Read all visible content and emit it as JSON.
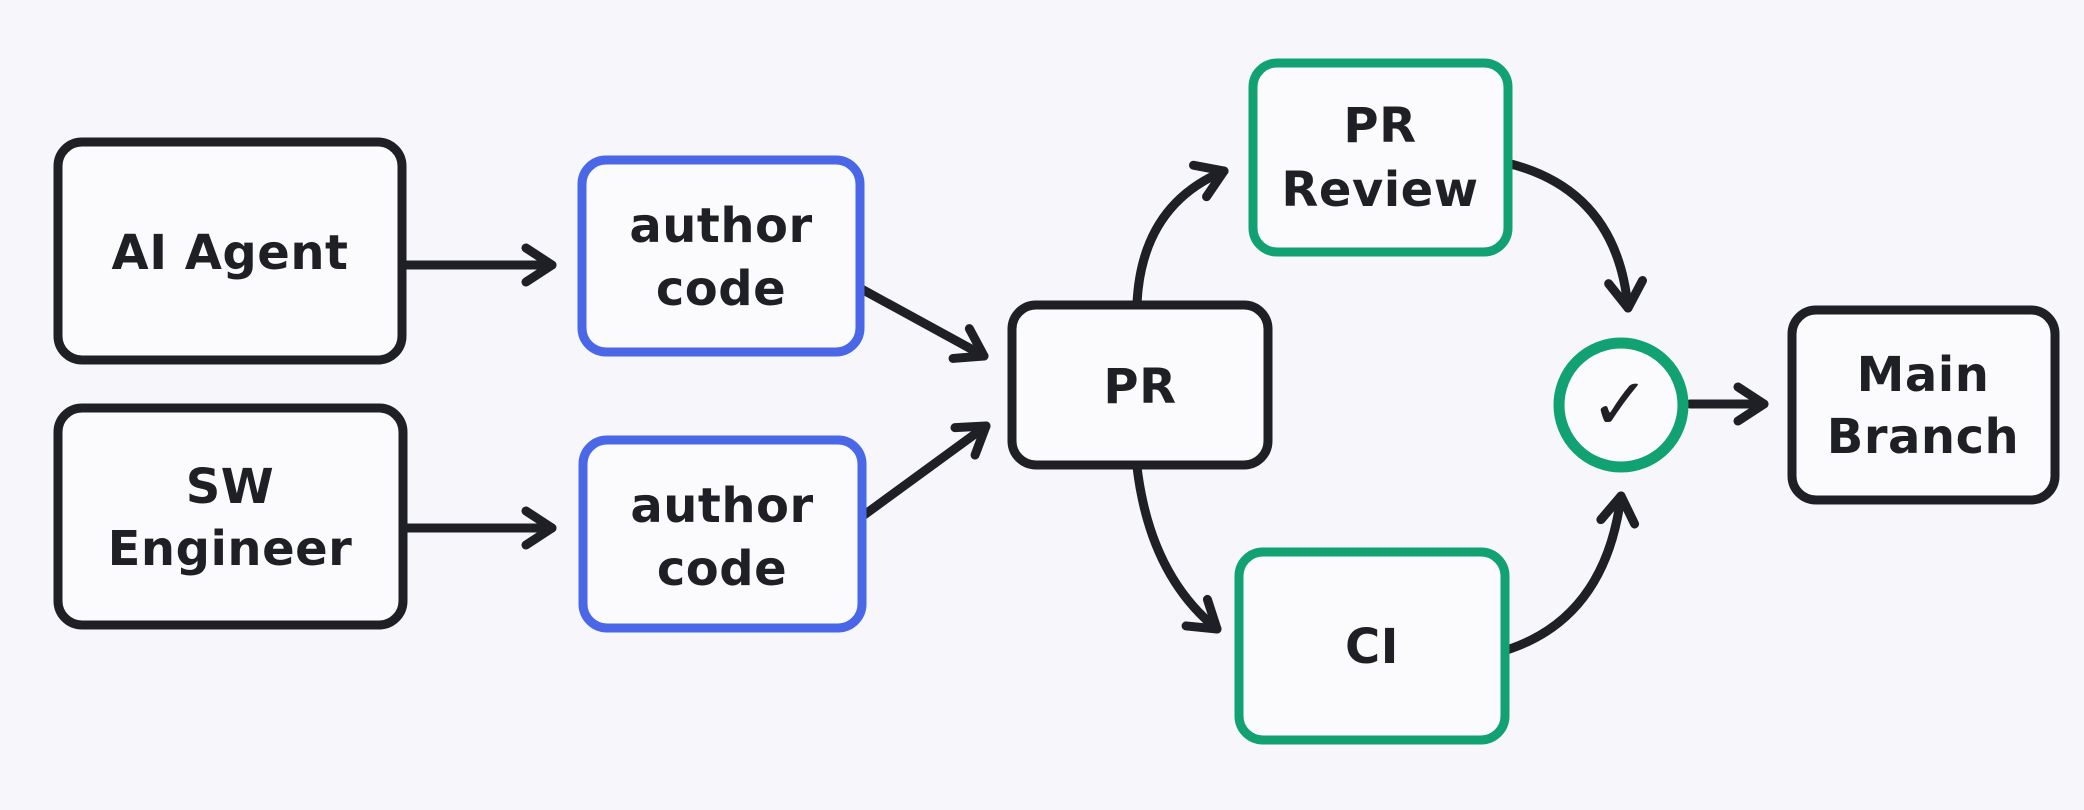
{
  "colors": {
    "background": "#f7f7fb",
    "node_fill": "#fbfbfe",
    "stroke_dark": "#1f1f26",
    "accent_blue": "#4a67e8",
    "accent_green": "#12a170",
    "text": "#1f1f26"
  },
  "nodes": {
    "ai_agent": {
      "label": "AI Agent",
      "border_color": "#1f1f26"
    },
    "sw_engineer": {
      "line1": "SW",
      "line2": "Engineer",
      "border_color": "#1f1f26"
    },
    "author_code_top": {
      "line1": "author",
      "line2": "code",
      "border_color": "#4a67e8"
    },
    "author_code_bottom": {
      "line1": "author",
      "line2": "code",
      "border_color": "#4a67e8"
    },
    "pr": {
      "label": "PR",
      "border_color": "#1f1f26"
    },
    "pr_review": {
      "line1": "PR",
      "line2": "Review",
      "border_color": "#12a170"
    },
    "ci": {
      "label": "CI",
      "border_color": "#12a170"
    },
    "approval": {
      "icon": "✓",
      "border_color": "#12a170"
    },
    "main_branch": {
      "line1": "Main",
      "line2": "Branch",
      "border_color": "#1f1f26"
    }
  },
  "edges": [
    {
      "from": "AI Agent",
      "to": "author code (top)"
    },
    {
      "from": "SW Engineer",
      "to": "author code (bottom)"
    },
    {
      "from": "author code (top)",
      "to": "PR"
    },
    {
      "from": "author code (bottom)",
      "to": "PR"
    },
    {
      "from": "PR",
      "to": "PR Review"
    },
    {
      "from": "PR",
      "to": "CI"
    },
    {
      "from": "PR Review",
      "to": "approval check"
    },
    {
      "from": "CI",
      "to": "approval check"
    },
    {
      "from": "approval check",
      "to": "Main Branch"
    }
  ]
}
